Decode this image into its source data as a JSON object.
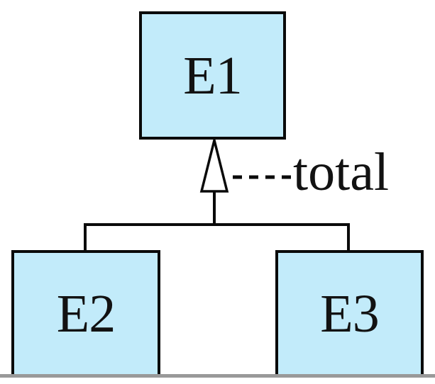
{
  "diagram": {
    "type": "er-specialization",
    "entities": [
      {
        "label": "E1",
        "role": "superclass"
      },
      {
        "label": "E2",
        "role": "subclass"
      },
      {
        "label": "E3",
        "role": "subclass"
      }
    ],
    "constraint_label": "total",
    "notation": {
      "triangle": "specialization-triangle",
      "triangle_fill": "#ffffff",
      "constraint_line_style": "dashed"
    },
    "colors": {
      "entity_fill": "#c2ebfa",
      "entity_border": "#0a0a0a",
      "connector": "#0a0a0a",
      "text": "#121212",
      "figure_baseline": "#999999",
      "background": "#ffffff"
    }
  }
}
